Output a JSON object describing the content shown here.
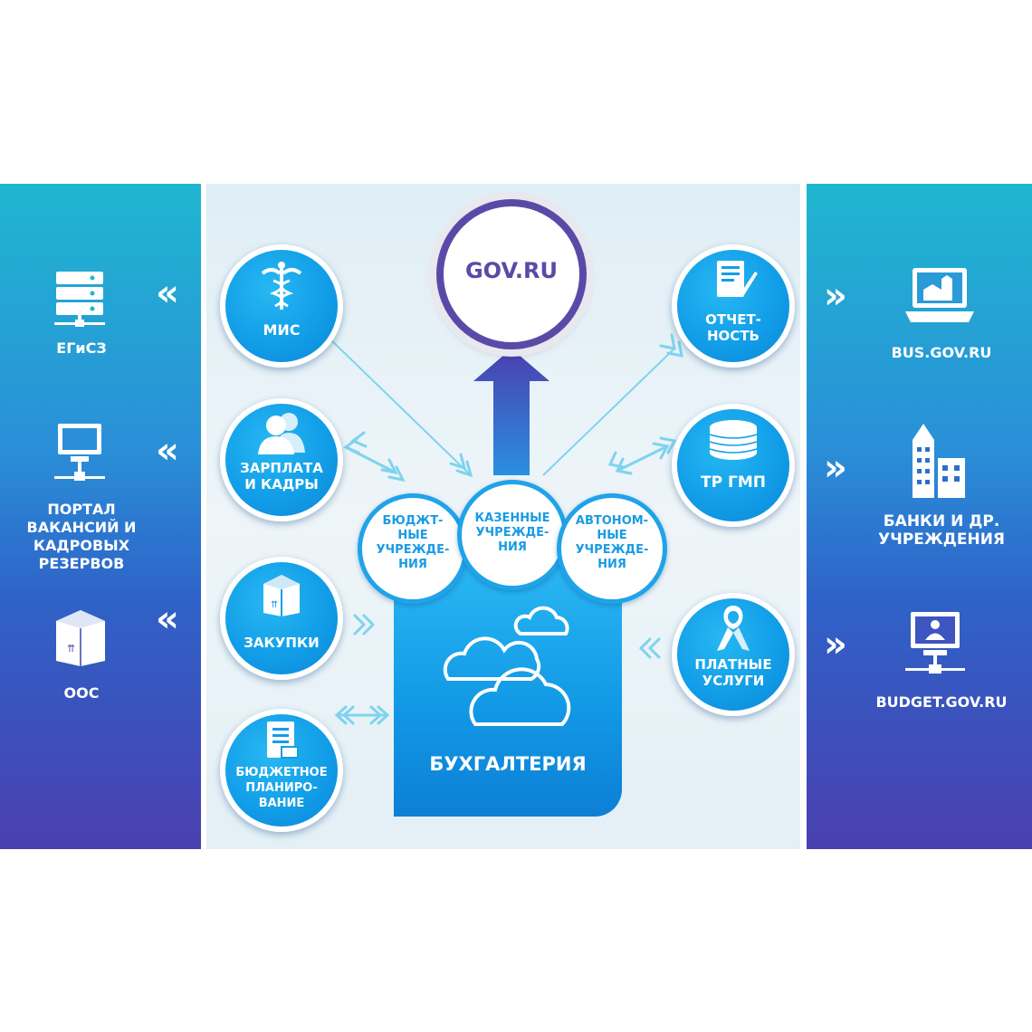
{
  "left": {
    "items": [
      {
        "label": "ЕГиСЗ",
        "icon": "server-icon"
      },
      {
        "label": "ПОРТАЛ\nВАКАНСИЙ И\nКАДРОВЫХ\nРЕЗЕРВОВ",
        "icon": "monitor-network-icon"
      },
      {
        "label": "ООС",
        "icon": "box-icon"
      }
    ],
    "chevron": "«"
  },
  "right": {
    "items": [
      {
        "label": "BUS.GOV.RU",
        "icon": "laptop-building-icon"
      },
      {
        "label": "БАНКИ И ДР.\nУЧРЕЖДЕНИЯ",
        "icon": "buildings-icon"
      },
      {
        "label": "BUDGET.GOV.RU",
        "icon": "monitor-user-network-icon"
      }
    ],
    "chevron": "»"
  },
  "center": {
    "gov": "GOV.RU",
    "accounting": "БУХГАЛТЕРИЯ",
    "left_nodes": [
      {
        "label": "МИС",
        "icon": "caduceus-icon"
      },
      {
        "label": "ЗАРПЛАТА\nИ КАДРЫ",
        "icon": "users-icon"
      },
      {
        "label": "ЗАКУПКИ",
        "icon": "box-icon"
      },
      {
        "label": "БЮДЖЕТНОЕ\nПЛАНИРО-\nВАНИЕ",
        "icon": "document-icon"
      }
    ],
    "right_nodes": [
      {
        "label": "ОТЧЕТ-\nНОСТЬ",
        "icon": "report-icon"
      },
      {
        "label": "ТР ГМП",
        "icon": "coins-icon"
      },
      {
        "label": "ПЛАТНЫЕ\nУСЛУГИ",
        "icon": "ribbon-icon"
      }
    ],
    "institutions": [
      {
        "label": "БЮДЖТ-\nНЫЕ\nУЧРЕЖДЕ-\nНИЯ"
      },
      {
        "label": "КАЗЕННЫЕ\nУЧРЕЖДЕ-\nНИЯ"
      },
      {
        "label": "АВТОНОМ-\nНЫЕ\nУЧРЕЖДЕ-\nНИЯ"
      }
    ]
  },
  "colors": {
    "accent_blue": "#129ee8",
    "gov_purple": "#5a4aa8",
    "panel_top": "#1fb6d0",
    "panel_bottom": "#4a3fb0"
  }
}
